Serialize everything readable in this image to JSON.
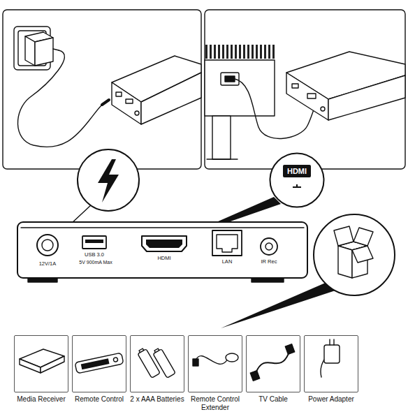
{
  "diagram": {
    "nodes": [
      {
        "text": [
          "HDMI"
        ]
      },
      {
        "text": [
          "Media Receiver"
        ]
      },
      {
        "text": [
          "Remote Control"
        ]
      },
      {
        "text": [
          "2 x AAA Batteries"
        ]
      },
      {
        "text": [
          "Remote Control Extender"
        ]
      },
      {
        "text": [
          "TV Cable"
        ]
      },
      {
        "text": [
          "Power Adapter"
        ]
      }
    ],
    "labels": [
      "12V/1A",
      "USB 3.0",
      "5V 900mA Max",
      "HDMI",
      "LAN",
      "IR Rec"
    ]
  }
}
